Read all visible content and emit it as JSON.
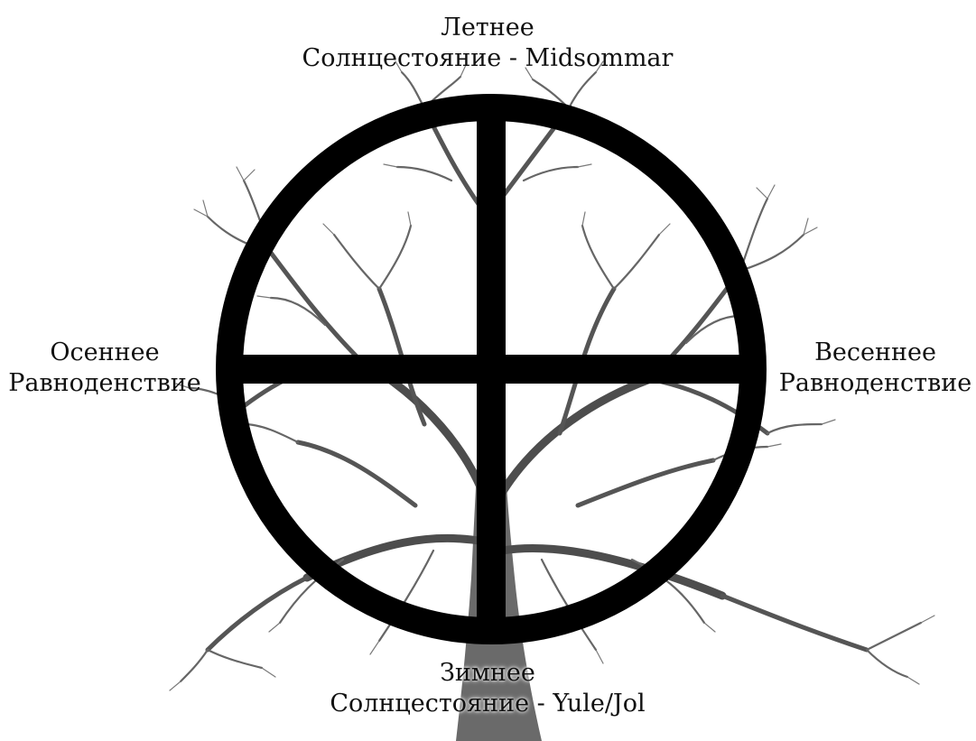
{
  "diagram": {
    "top_label": {
      "line1": "Летнее",
      "line2": "Солнцестояние - Midsommar"
    },
    "bottom_label": {
      "line1": "Зимнее",
      "line2": "Солнцестояние - Yule/Jol"
    },
    "left_label": {
      "line1": "Осеннее",
      "line2": "Равноденствие"
    },
    "right_label": {
      "line1": "Весеннее",
      "line2": "Равноденствие"
    },
    "colors": {
      "symbol": "#000000",
      "tree": "#5a5a5a",
      "background": "#ffffff"
    },
    "icons": [
      "sun-cross-icon",
      "tree-silhouette-icon"
    ]
  }
}
